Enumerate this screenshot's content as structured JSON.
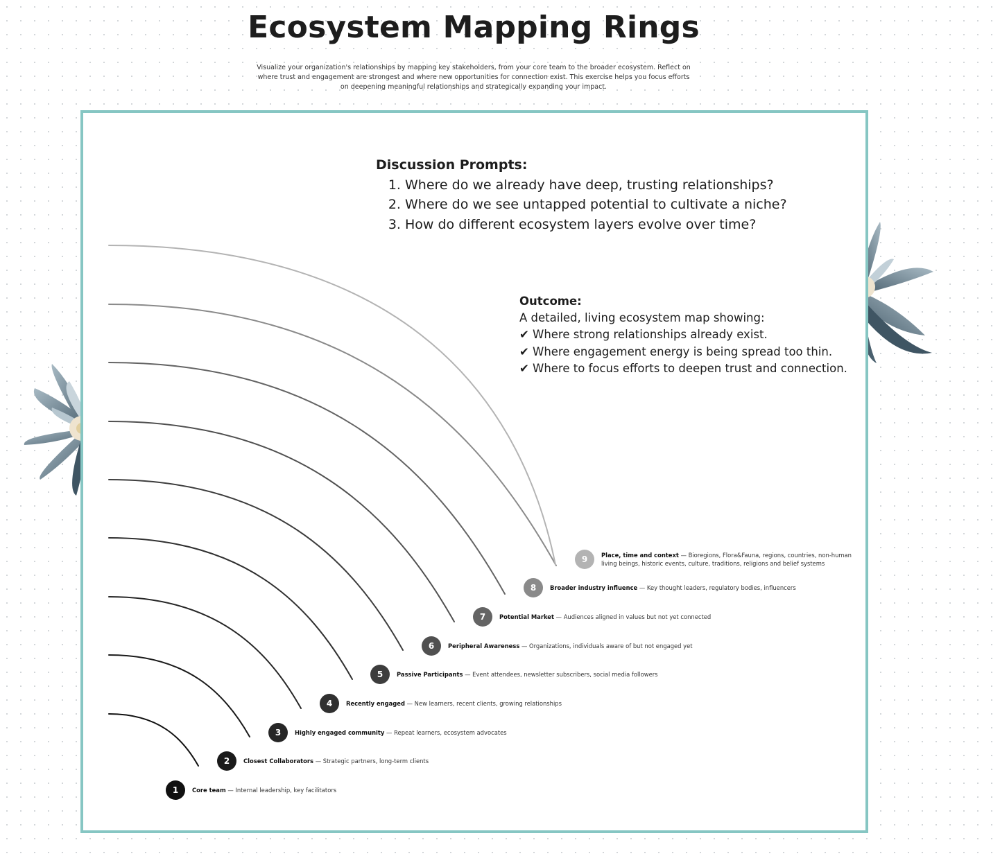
{
  "title": "Ecosystem Mapping Rings",
  "subtitle": "Visualize your organization's relationships by mapping key stakeholders, from your core team to the broader ecosystem. Reflect on where trust and engagement are strongest and where new opportunities for connection exist. This exercise helps you focus efforts on deepening meaningful relationships and strategically expanding your impact.",
  "prompts": {
    "heading": "Discussion Prompts:",
    "items": [
      "Where do we already have deep, trusting relationships?",
      "Where do we see untapped potential to cultivate a niche?",
      "How do different ecosystem layers evolve over time?"
    ]
  },
  "outcome": {
    "heading": "Outcome:",
    "intro": "A detailed, living ecosystem map showing:",
    "check_symbol": "✔",
    "items": [
      "Where strong relationships already exist.",
      "Where engagement energy is being spread too thin.",
      "Where to focus efforts to deepen trust and connection."
    ]
  },
  "rings": [
    {
      "number": "1",
      "name": "Core team",
      "separator": " — ",
      "description": "Internal leadership, key facilitators",
      "color": "#111111"
    },
    {
      "number": "2",
      "name": "Closest Collaborators",
      "separator": " — ",
      "description": "Strategic partners, long-term clients",
      "color": "#1a1a1a"
    },
    {
      "number": "3",
      "name": "Highly engaged community",
      "separator": " — ",
      "description": "Repeat learners, ecosystem advocates",
      "color": "#262626"
    },
    {
      "number": "4",
      "name": "Recently engaged",
      "separator": " — ",
      "description": "New learners, recent clients, growing relationships",
      "color": "#303030"
    },
    {
      "number": "5",
      "name": "Passive Participants",
      "separator": " — ",
      "description": "Event attendees, newsletter subscribers, social media followers",
      "color": "#3d3d3d"
    },
    {
      "number": "6",
      "name": "Peripheral Awareness",
      "separator": " — ",
      "description": "Organizations, individuals aware of but not engaged yet",
      "color": "#505050"
    },
    {
      "number": "7",
      "name": "Potential Market",
      "separator": " — ",
      "description": "Audiences aligned in values but not yet connected",
      "color": "#646464"
    },
    {
      "number": "8",
      "name": "Broader industry influence",
      "separator": " — ",
      "description": "Key thought leaders, regulatory bodies, influencers",
      "color": "#8a8a8a"
    },
    {
      "number": "9",
      "name": "Place, time and context",
      "separator": " — ",
      "description": "Bioregions, Flora&Fauna, regions, countries, non-human",
      "description_line2": "living beings, historic events, culture, traditions, religions and belief systems",
      "color": "#b3b3b3"
    }
  ],
  "colors": {
    "frame_border": "#86c6c3",
    "lotus_petal": "#6f8796",
    "lotus_center": "#efe4cf"
  }
}
